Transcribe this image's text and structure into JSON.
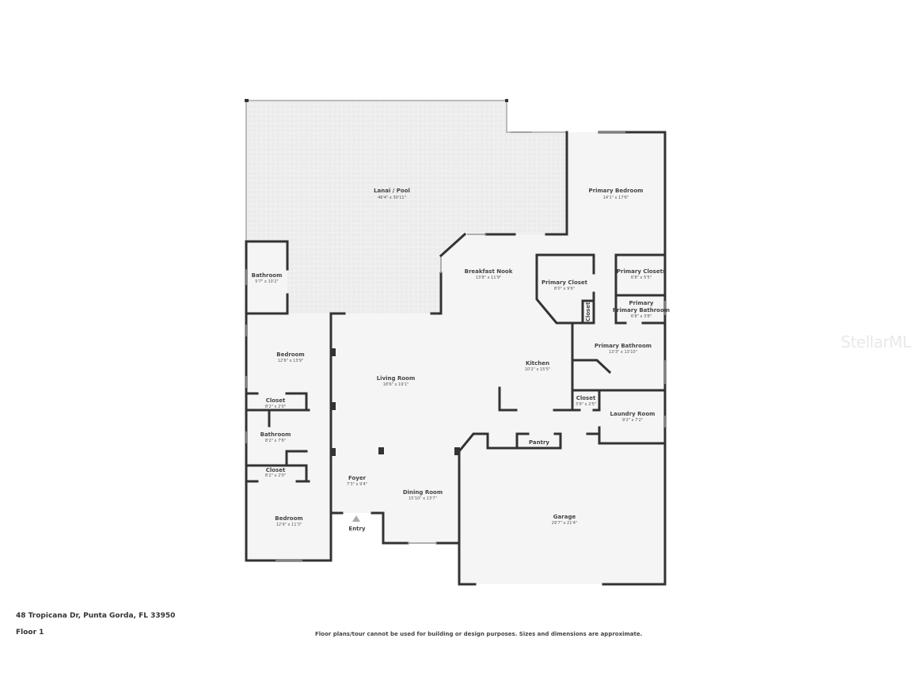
{
  "address": "48 Tropicana Dr, Punta Gorda, FL 33950",
  "floor": "Floor 1",
  "disclaimer": "Floor plans/tour cannot be used for building or design purposes. Sizes and dimensions are approximate.",
  "watermark": "StellarMLS",
  "colors": {
    "wall": "#333333",
    "floor": "#f5f5f5",
    "lanai": "#eeeeee"
  },
  "rooms": [
    {
      "name": "Lanai / Pool",
      "dim": "46'4\" x 30'11\""
    },
    {
      "name": "Primary Bedroom",
      "dim": "14'1\" x 17'6\""
    },
    {
      "name": "Bathroom",
      "dim": "5'7\" x 10'2\""
    },
    {
      "name": "Breakfast Nook",
      "dim": "13'8\" x 11'9\""
    },
    {
      "name": "Primary Closet",
      "dim": "8'0\" x 9'6\""
    },
    {
      "name": "Primary Closets",
      "dim": "6'8\" x 5'5\""
    },
    {
      "name": "Primary Bathroom",
      "dim": "6'8\" x 3'8\""
    },
    {
      "name": "Closet",
      "dim": ""
    },
    {
      "name": "Primary Bathroom",
      "dim": "13'3\" x 13'10\""
    },
    {
      "name": "Bedroom",
      "dim": "12'6\" x 13'9\""
    },
    {
      "name": "Kitchen",
      "dim": "10'2\" x 15'5\""
    },
    {
      "name": "Living Room",
      "dim": "18'6\" x 19'1\""
    },
    {
      "name": "Closet",
      "dim": "8'2\" x 2'0\""
    },
    {
      "name": "Closet",
      "dim": "3'9\" x 2'5\""
    },
    {
      "name": "Laundry Room",
      "dim": "9'2\" x 7'2\""
    },
    {
      "name": "Bathroom",
      "dim": "8'2\" x 7'6\""
    },
    {
      "name": "Pantry",
      "dim": ""
    },
    {
      "name": "Closet",
      "dim": "8'2\" x 2'0\""
    },
    {
      "name": "Foyer",
      "dim": "7'3\" x 9'4\""
    },
    {
      "name": "Dining Room",
      "dim": "15'10\" x 13'7\""
    },
    {
      "name": "Garage",
      "dim": "29'7\" x 21'4\""
    },
    {
      "name": "Bedroom",
      "dim": "12'9\" x 11'3\""
    },
    {
      "name": "Entry",
      "dim": ""
    }
  ]
}
